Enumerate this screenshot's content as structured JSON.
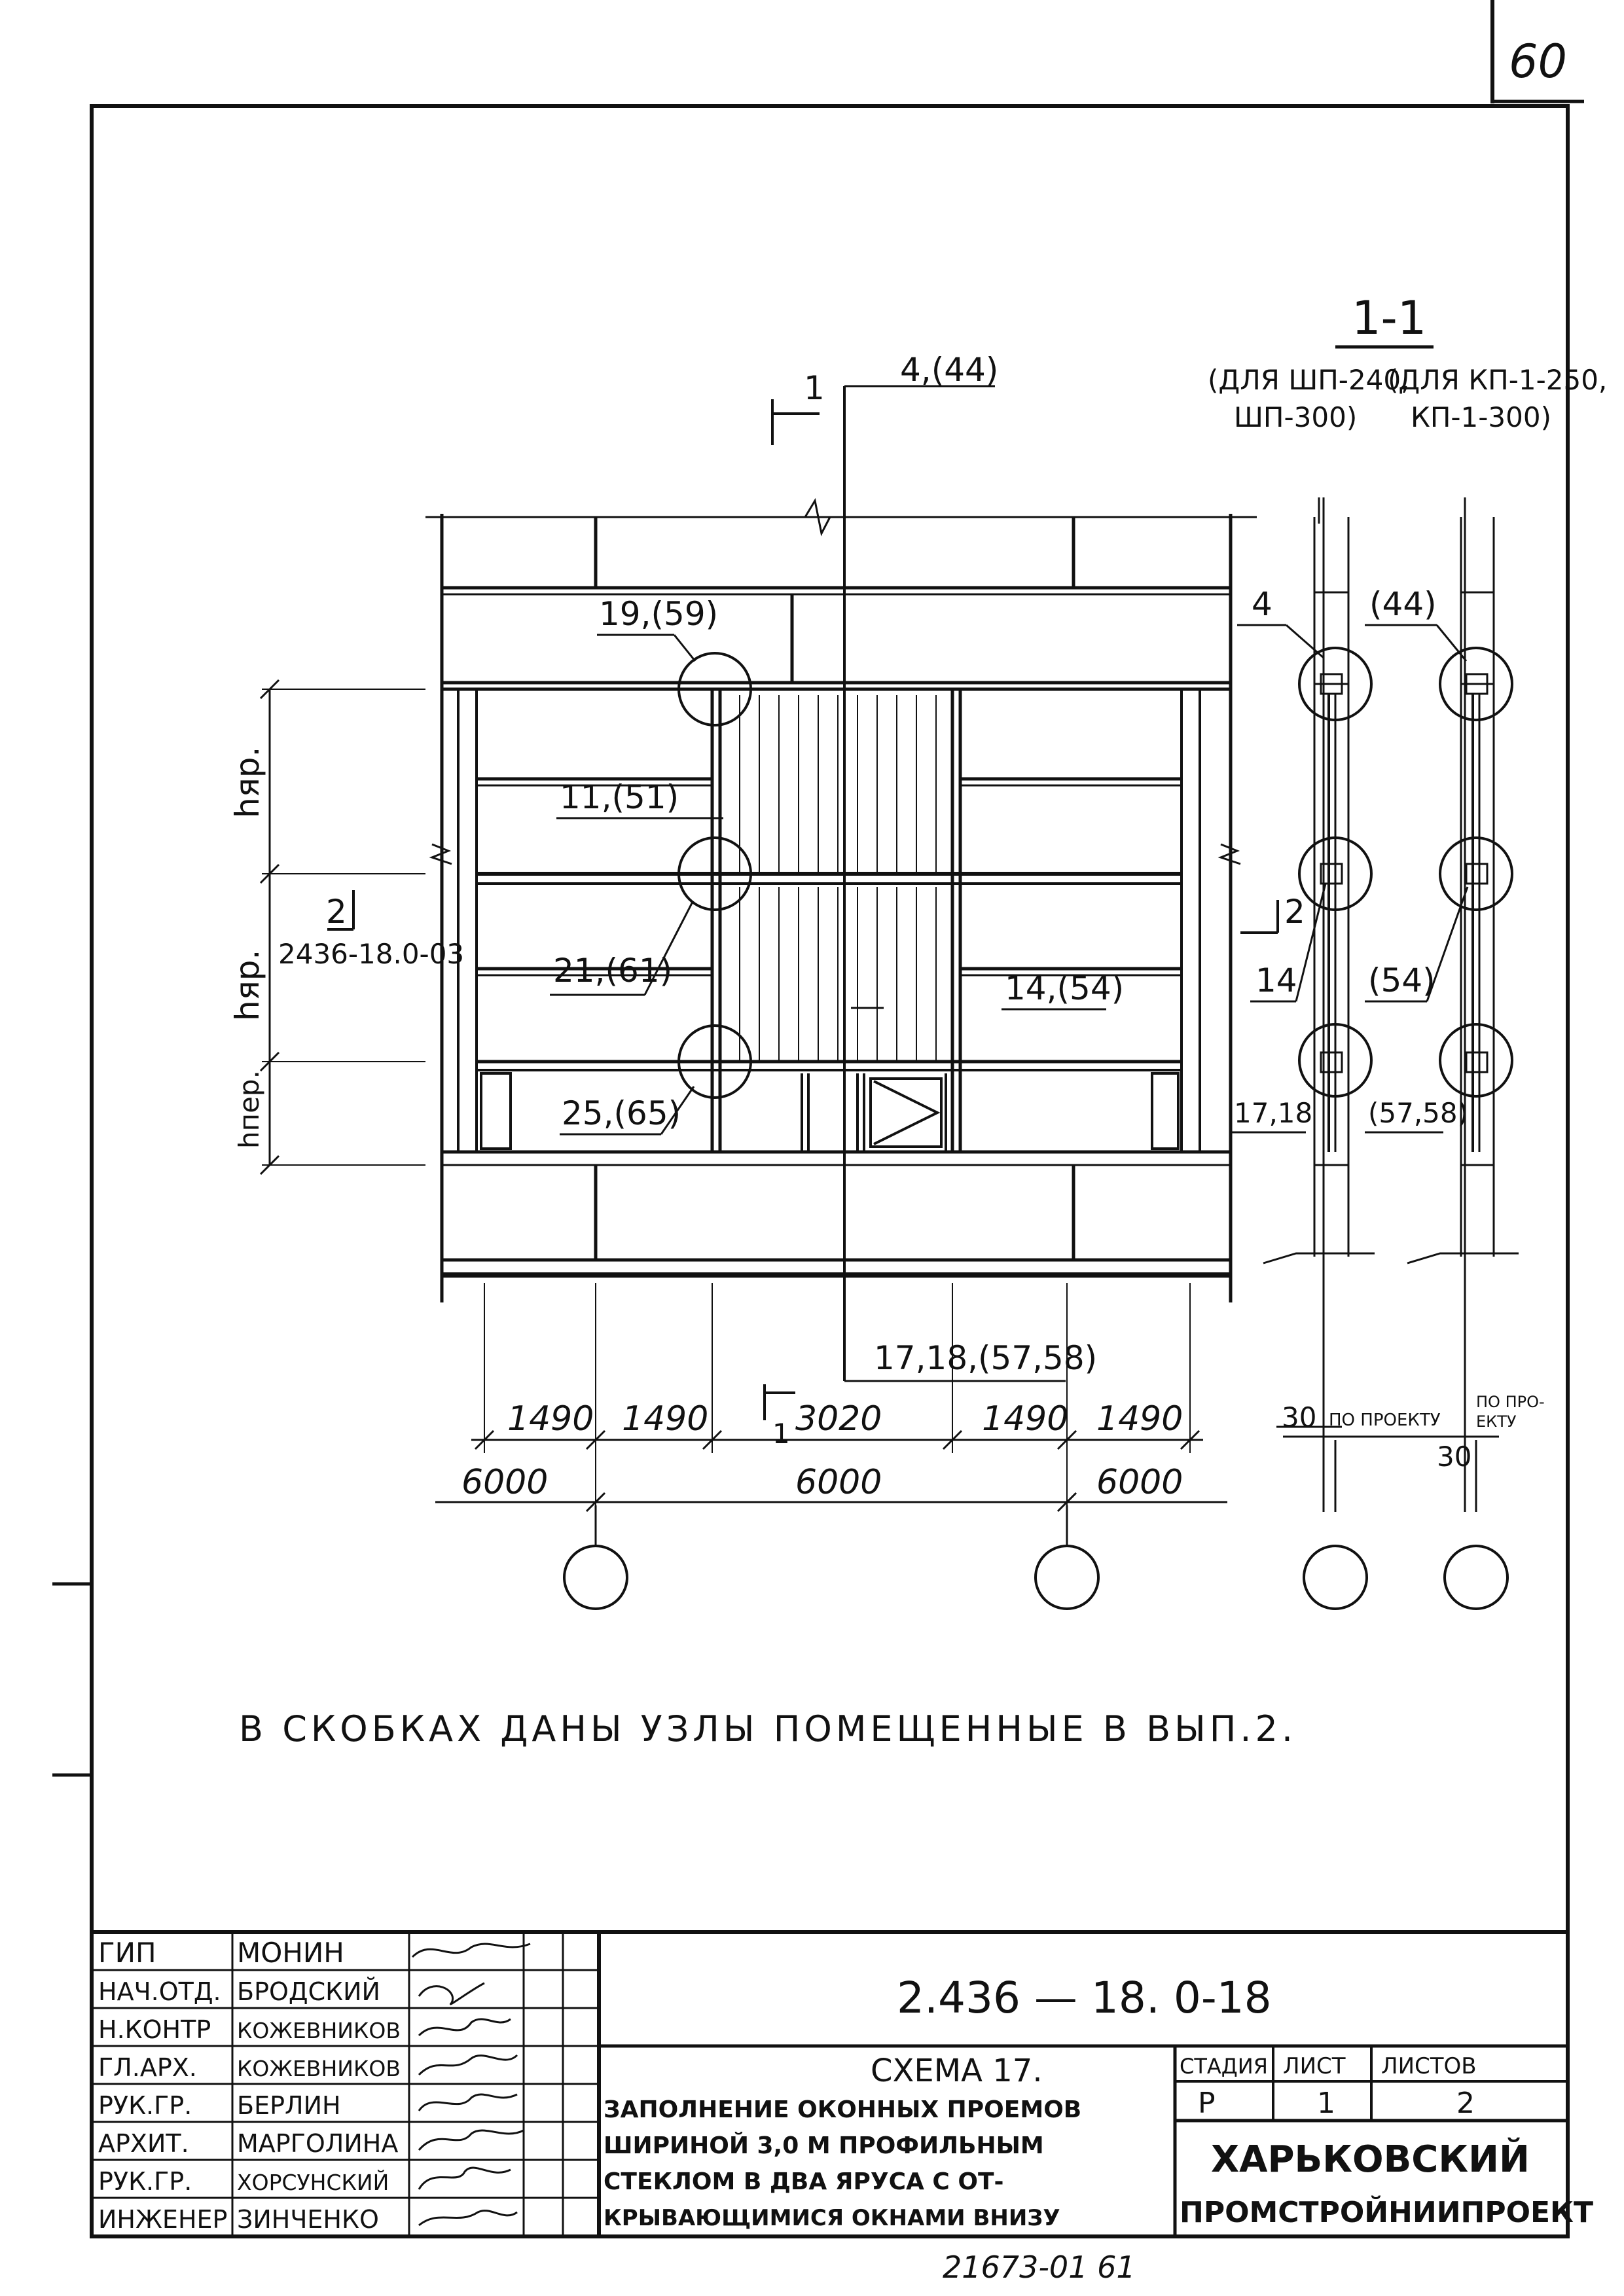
{
  "sheet_number": "60",
  "section": {
    "title": "1-1",
    "left_note_line1": "(ДЛЯ ШП-240,",
    "left_note_line2": "ШП-300)",
    "right_note_line1": "(ДЛЯ КП-1-250,",
    "right_note_line2": "КП-1-300)"
  },
  "elevation": {
    "cut_label_top": "1",
    "cut_label_bottom": "1",
    "cut2_left": "2",
    "cut2_right": "2",
    "ref_top": "4,(44)",
    "ref_19": "19,(59)",
    "ref_11": "11,(51)",
    "ref_21": "21,(61)",
    "ref_14": "14,(54)",
    "ref_25": "25,(65)",
    "ref_17": "17,18,(57,58)",
    "ref_code": "2436-18.0-03",
    "h_tier_1": "hяр.",
    "h_tier_2": "hяр.",
    "h_lintel": "hпер."
  },
  "dimensions": {
    "row1": [
      "1490",
      "1490",
      "3020",
      "1490",
      "1490"
    ],
    "row2": [
      "6000",
      "6000",
      "6000"
    ]
  },
  "section_labels": {
    "s4": "4",
    "s44": "(44)",
    "s14": "14",
    "s54": "(54)",
    "s1718": "17,18",
    "s5758": "(57,58)",
    "d30a": "30",
    "d_proj_a": "ПО ПРОЕКТУ",
    "d_proj_b": "ПО ПРО-",
    "d_proj_c": "ЕКТУ",
    "d30b": "30"
  },
  "note": "В СКОБКАХ ДАНЫ УЗЛЫ ПОМЕЩЕННЫЕ В ВЫП.2.",
  "title_block": {
    "roles": [
      "ГИП",
      "НАЧ.ОТД.",
      "Н.КОНТР",
      "ГЛ.АРХ.",
      "РУК.ГР.",
      "АРХИТ.",
      "РУК.ГР.",
      "ИНЖЕНЕР"
    ],
    "names": [
      "МОНИН",
      "БРОДСКИЙ",
      "КОЖЕВНИКОВ",
      "КОЖЕВНИКОВ",
      "БЕРЛИН",
      "МАРГОЛИНА",
      "ХОРСУНСКИЙ",
      "ЗИНЧЕНКО"
    ],
    "doc_code": "2.436 — 18. 0-18",
    "title_line1": "СХЕМА 17.",
    "title_line2": "ЗАПОЛНЕНИЕ ОКОННЫХ ПРОЕМОВ",
    "title_line3": "ШИРИНОЙ 3,0 М ПРОФИЛЬНЫМ",
    "title_line4": "СТЕКЛОМ В ДВА ЯРУСА С ОТ-",
    "title_line5": "КРЫВАЮЩИМИСЯ ОКНАМИ ВНИЗУ",
    "stage_header": "СТАДИЯ",
    "sheet_header": "ЛИСТ",
    "sheets_header": "ЛИСТОВ",
    "stage_value": "Р",
    "sheet_value": "1",
    "sheets_value": "2",
    "org_line1": "ХАРЬКОВСКИЙ",
    "org_line2": "ПРОМСТРОЙНИИПРОЕКТ",
    "inventory": "21673-01 61"
  }
}
